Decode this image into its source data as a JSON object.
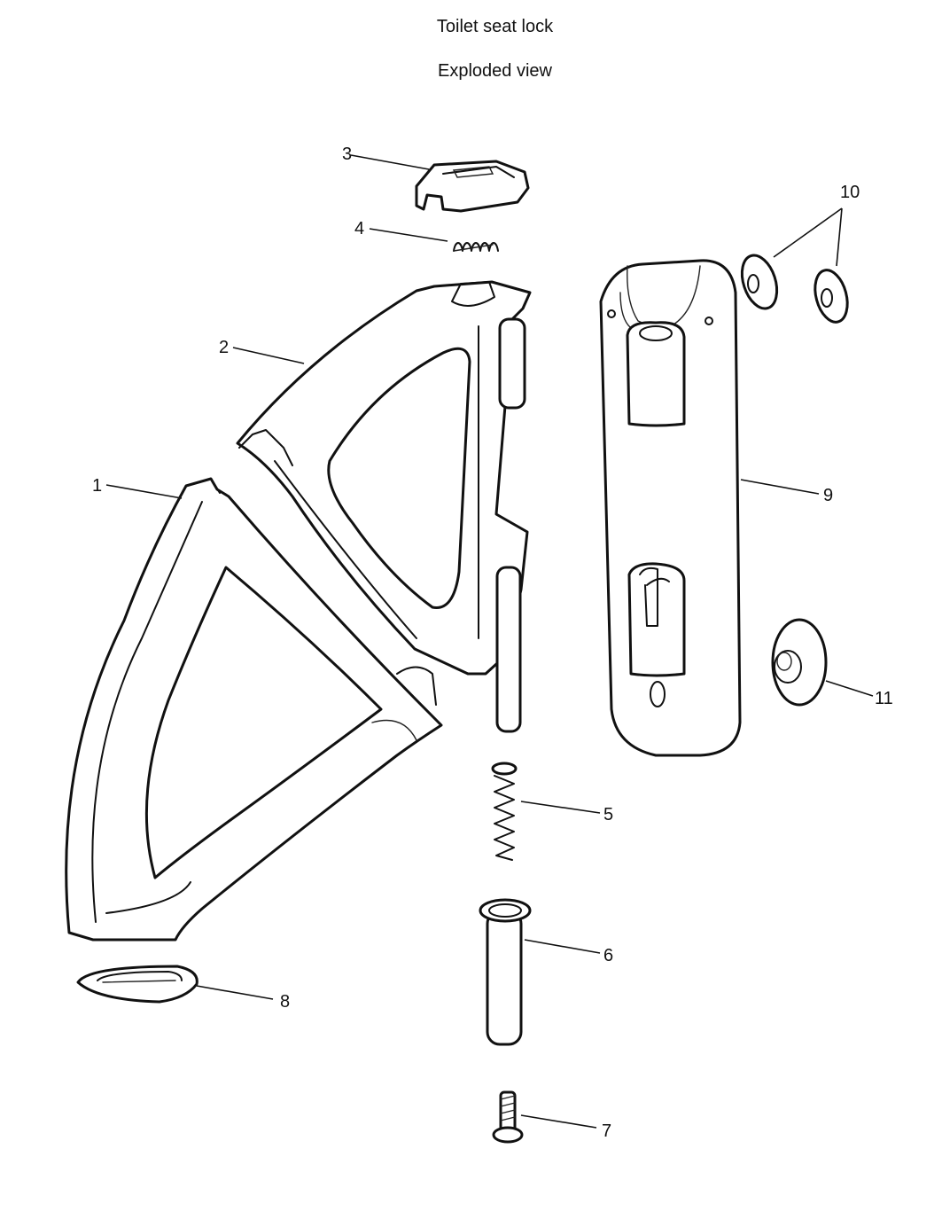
{
  "title": "Toilet seat lock",
  "subtitle": "Exploded view",
  "callouts": [
    "1",
    "2",
    "3",
    "4",
    "5",
    "6",
    "7",
    "8",
    "9",
    "10",
    "11"
  ]
}
